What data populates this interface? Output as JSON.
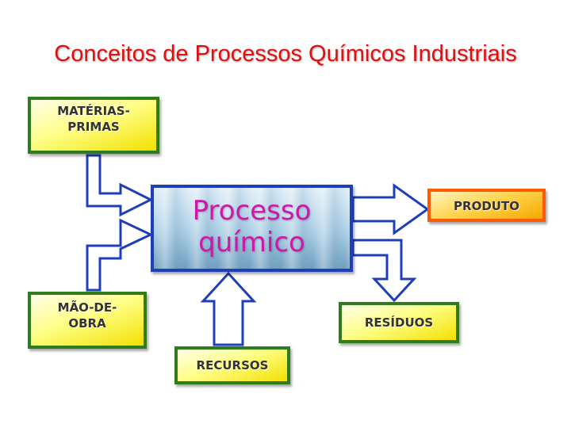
{
  "title": "Conceitos de Processos Químicos Industriais",
  "process": {
    "line1": "Processo",
    "line2": "químico"
  },
  "inputs": {
    "materias_primas": {
      "line1": "MATÉRIAS-",
      "line2": "PRIMAS"
    },
    "mao_de_obra": {
      "line1": "MÃO-DE-",
      "line2": "OBRA"
    },
    "recursos": "RECURSOS"
  },
  "outputs": {
    "produto": "PRODUTO",
    "residuos": "RESÍDUOS"
  },
  "colors": {
    "title": "#e01010",
    "process_text": "#cc1aa8",
    "process_border": "#1f3fb8",
    "input_border": "#2e7d1a",
    "product_border": "#ff5a00",
    "arrow_stroke": "#1f3fb8"
  }
}
